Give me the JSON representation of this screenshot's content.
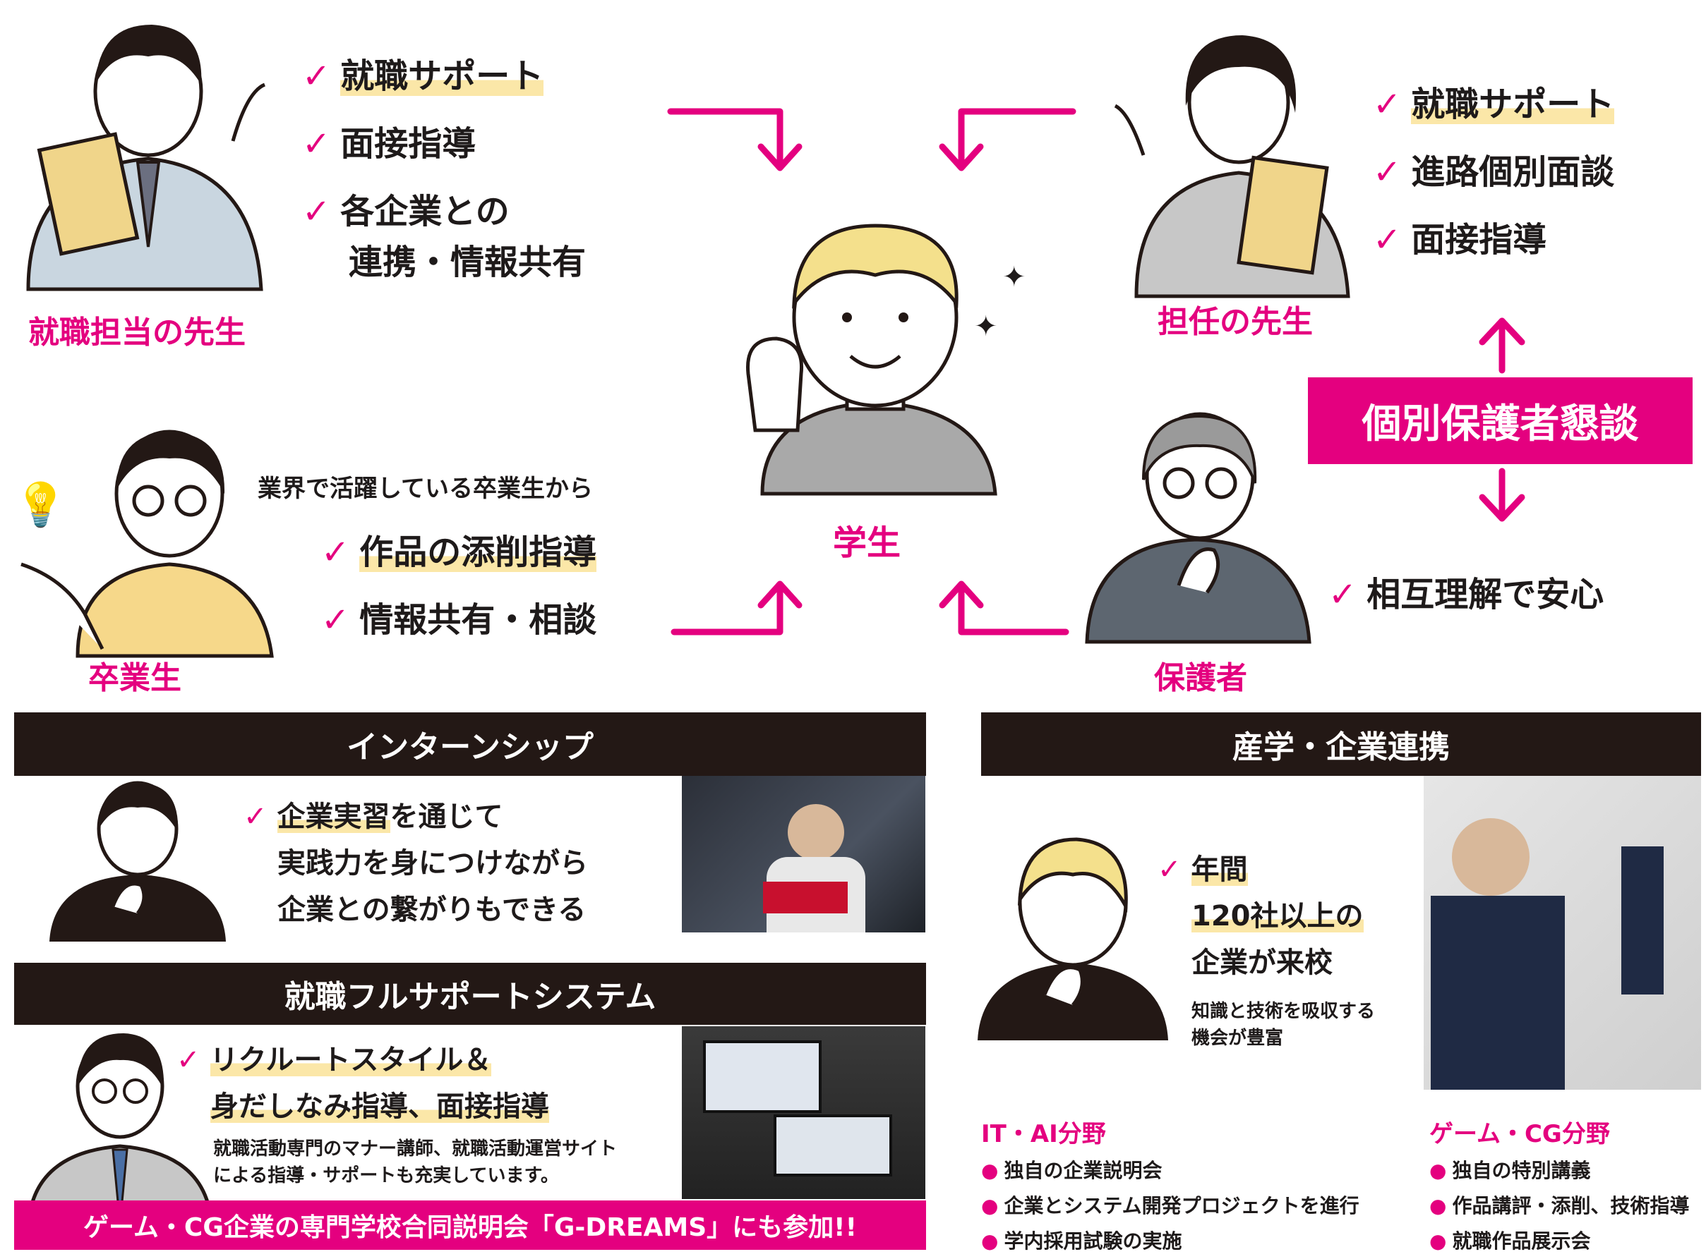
{
  "center": {
    "label": "学生"
  },
  "career_teacher": {
    "label": "就職担当の先生",
    "items": [
      "就職サポート",
      "面接指導",
      "各企業との",
      "連携・情報共有"
    ]
  },
  "homeroom_teacher": {
    "label": "担任の先生",
    "items": [
      "就職サポート",
      "進路個別面談",
      "面接指導"
    ]
  },
  "graduate": {
    "label": "卒業生",
    "lead": "業界で活躍している卒業生から",
    "items": [
      "作品の添削指導",
      "情報共有・相談"
    ]
  },
  "guardian": {
    "label": "保護者",
    "item": "相互理解で安心"
  },
  "meeting": {
    "label": "個別保護者懇談"
  },
  "internship": {
    "title": "インターンシップ",
    "lines": [
      "企業実習",
      "を通じて",
      "実践力を身につけながら",
      "企業との繋がりもできる"
    ]
  },
  "full_support": {
    "title": "就職フルサポートシステム",
    "lines": [
      "リクルートスタイル＆",
      "身だしなみ指導、面接指導"
    ],
    "note": [
      "就職活動専門のマナー講師、就職活動運営サイト",
      "による指導・サポートも充実しています。"
    ]
  },
  "banner": {
    "text": "ゲーム・CG企業の専門学校合同説明会「G-DREAMS」にも参加!!"
  },
  "industry": {
    "title": "産学・企業連携",
    "lines": [
      "年間",
      "120社以上の",
      "企業が来校"
    ],
    "note": [
      "知識と技術を吸収する",
      "機会が豊富"
    ]
  },
  "it_ai": {
    "title": "IT・AI分野",
    "items": [
      "独自の企業説明会",
      "企業とシステム開発プロジェクトを進行",
      "学内採用試験の実施"
    ]
  },
  "game_cg": {
    "title": "ゲーム・CG分野",
    "items": [
      "独自の特別講義",
      "作品講評・添削、技術指導",
      "就職作品展示会"
    ]
  },
  "colors": {
    "accent": "#e4007f",
    "dark": "#231815",
    "highlight": "#fbe7a8"
  }
}
